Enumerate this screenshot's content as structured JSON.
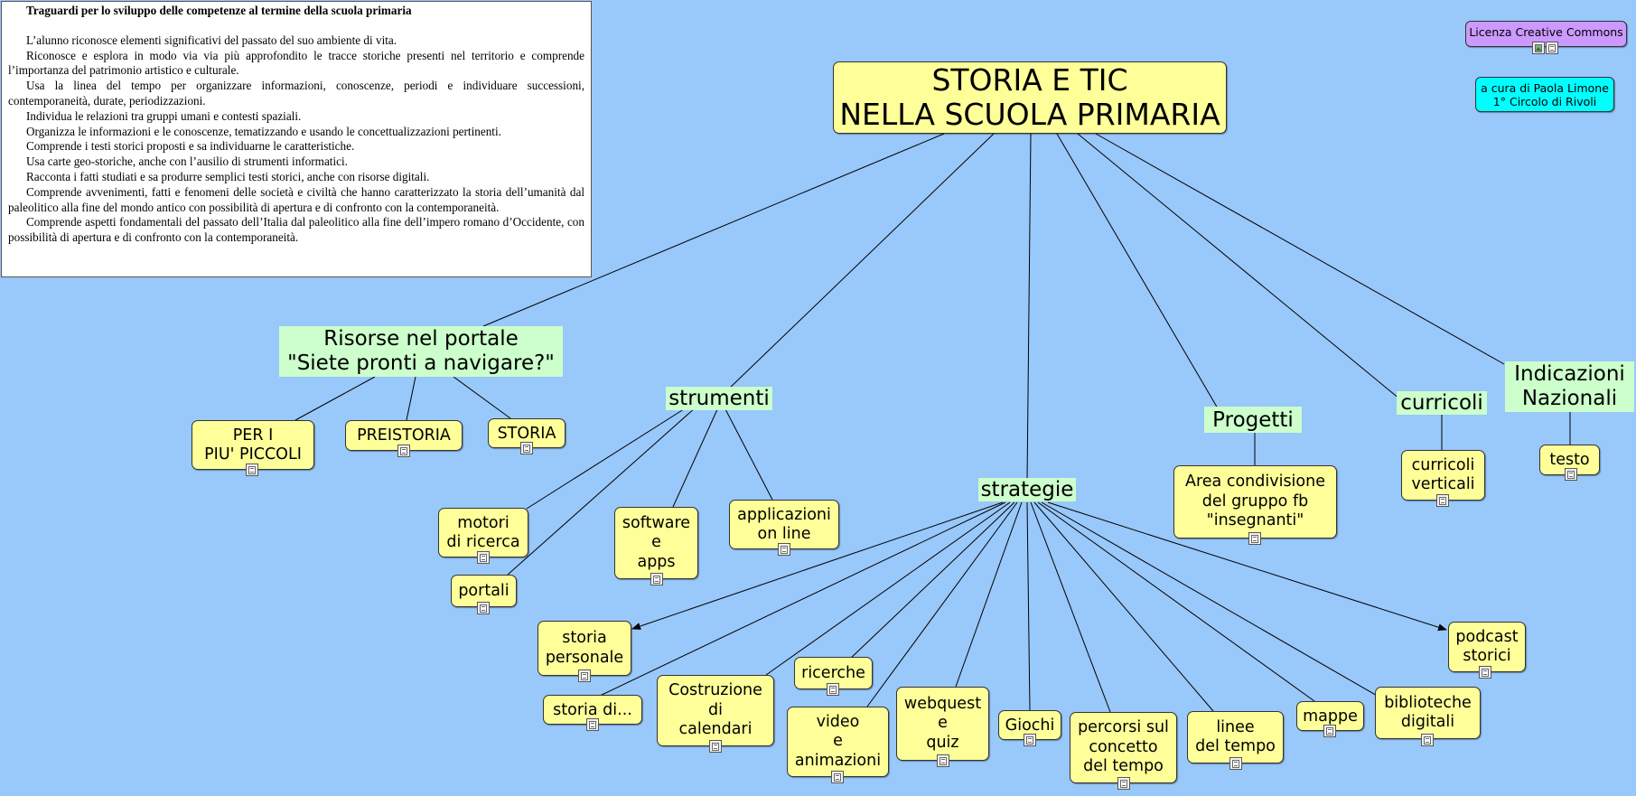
{
  "standards_box": {
    "title": "Traguardi per lo sviluppo delle competenze al termine della scuola primaria",
    "paragraphs": [
      "L’alunno riconosce elementi significativi del passato del suo ambiente di vita.",
      "Riconosce e esplora in modo via via più approfondito le tracce storiche presenti nel territorio e comprende l’importanza del patrimonio artistico e culturale.",
      "Usa la linea del tempo per organizzare informazioni, conoscenze, periodi e individuare successioni, contemporaneità, durate, periodizzazioni.",
      "Individua le relazioni tra gruppi umani e contesti spaziali.",
      "Organizza le informazioni e le conoscenze, tematizzando e usando le concettualizzazioni pertinenti.",
      "Comprende i testi storici proposti e sa individuarne le caratteristiche.",
      "Usa carte geo-storiche, anche con l’ausilio di strumenti informatici.",
      "Racconta i fatti studiati e sa produrre semplici testi storici, anche con risorse digitali.",
      "Comprende avvenimenti, fatti e fenomeni delle società e civiltà che hanno caratterizzato la storia dell’umanità dal paleolitico alla fine del mondo antico con possibilità di apertura e di confronto con la contemporaneità.",
      "Comprende aspetti fondamentali del passato dell’Italia dal paleolitico alla fine dell’impero romano d’Occidente, con possibilità di apertura e di confronto con la contemporaneità."
    ]
  },
  "license": {
    "label": "Licenza Creative Commons"
  },
  "credits": {
    "text": "a cura di Paola Limone\n1° Circolo di Rivoli"
  },
  "concept_map": {
    "root": "STORIA E TIC\nNELLA SCUOLA PRIMARIA",
    "risorse": "Risorse nel portale\n\"Siete pronti a navigare?\"",
    "per_i_piccoli": "PER I\nPIU' PICCOLI",
    "preistoria": "PREISTORIA",
    "storia": "STORIA",
    "strumenti": "strumenti",
    "motori": "motori\ndi ricerca",
    "portali": "portali",
    "software": "software\ne\napps",
    "applicazioni": "applicazioni\non line",
    "strategie": "strategie",
    "storia_personale": "storia\npersonale",
    "storia_di": "storia di...",
    "calendari": "Costruzione\ndi\ncalendari",
    "ricerche": "ricerche",
    "video": "video\ne\nanimazioni",
    "webquest": "webquest\ne\nquiz",
    "giochi": "Giochi",
    "percorsi": "percorsi sul\nconcetto\ndel tempo",
    "linee": "linee\ndel tempo",
    "mappe": "mappe",
    "biblioteche": "biblioteche\ndigitali",
    "podcast": "podcast\nstorici",
    "progetti": "Progetti",
    "area": "Area condivisione\ndel gruppo fb\n\"insegnanti\"",
    "curricoli": "curricoli",
    "curricoli_verticali": "curricoli\nverticali",
    "indicazioni": "Indicazioni\nNazionali",
    "testo": "testo"
  },
  "colors": {
    "background": "#99c8fb",
    "node_fill": "#ffff99",
    "category_fill": "#ccffcc",
    "license_fill": "#cc99ff",
    "credits_fill": "#00ffff",
    "line": "#000000"
  }
}
